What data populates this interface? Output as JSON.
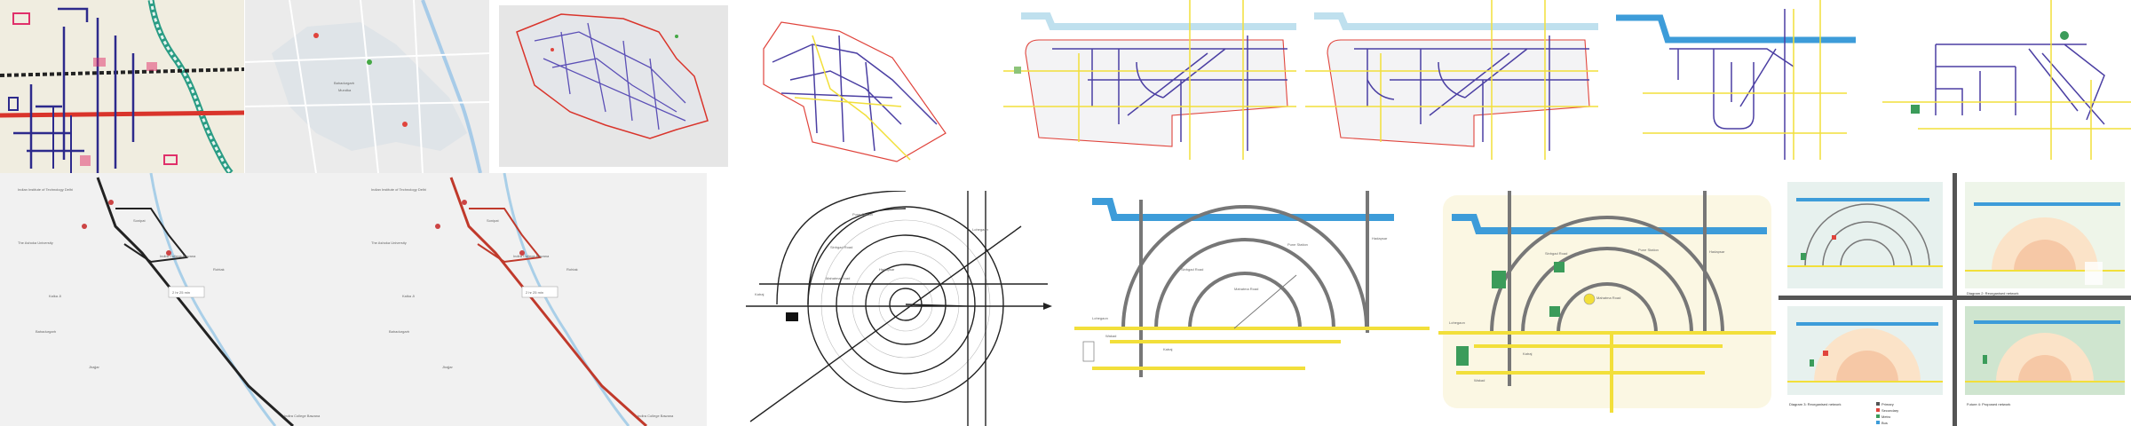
{
  "sketch": {
    "colors": {
      "paper": "#f2efe2",
      "water": "#2a9c84",
      "rail": "#333333",
      "road": "#d9342b",
      "route": "#2d2a8c",
      "accent": "#e0306a"
    }
  },
  "maps": {
    "map2": {
      "place1": "Bahadurgarh",
      "place2": "Mundka"
    },
    "map4": {
      "places": [
        "Indian Institute of Technology Delhi",
        "The Ashoka University",
        "Sonipat",
        "Kalka Ji",
        "Bahadurgarh",
        "Jhajjar",
        "Rohtak"
      ],
      "stop_start": "Indira College Bawana",
      "stop_end": "Indira College Bawana",
      "badge": "2 hr 25 min"
    },
    "map5": {
      "places": [
        "Indian Institute of Technology Delhi",
        "The Ashoka University",
        "Sonipat",
        "Kalka Ji",
        "Bahadurgarh",
        "Jhajjar",
        "Rohtak"
      ],
      "stop_start": "Indira College Bawana",
      "stop_end": "Indira College Bawana",
      "badge": "2 hr 25 min"
    }
  },
  "diagrams": {
    "outline_color": "#e0443c",
    "line_purple": "#4b3fa3",
    "line_yellow": "#f2df3a",
    "line_gray": "#777777",
    "river_light": "#bfe0ee",
    "river_blue": "#3d9cd9",
    "zone_fill": "#f3f3f5"
  },
  "radial": {
    "labels": [
      "Pune Station",
      "Sinhgad Road",
      "Mahatma Road",
      "Hadapsar",
      "Lohegaon",
      "Katraj"
    ]
  },
  "semicircle1": {
    "labels": [
      "Pune Station",
      "Sinhgad Road",
      "Mahatma Road",
      "Hadapsar",
      "Lohegaon",
      "Katraj",
      "Wakad"
    ]
  },
  "semicircle2": {
    "labels": [
      "Pune Station",
      "Sinhgad Road",
      "Mahatma Road",
      "Hadapsar",
      "Lohegaon",
      "Katraj",
      "Wakad"
    ]
  },
  "grid4": {
    "colors": {
      "bg1": "#e7f1ee",
      "bg2": "#eef5e9",
      "ring_a": "#fbe3c8",
      "ring_b": "#f6c8a6",
      "water": "#3d9cd9",
      "divider": "#555555"
    },
    "caption_bottom_left": "Diagram 3: Reorganised network",
    "caption_bottom_right": "Future 4: Proposed network",
    "caption_top_right": "Diagram 2: Reorganised network",
    "legend": [
      "Primary",
      "Secondary",
      "Metro",
      "Bus"
    ]
  }
}
